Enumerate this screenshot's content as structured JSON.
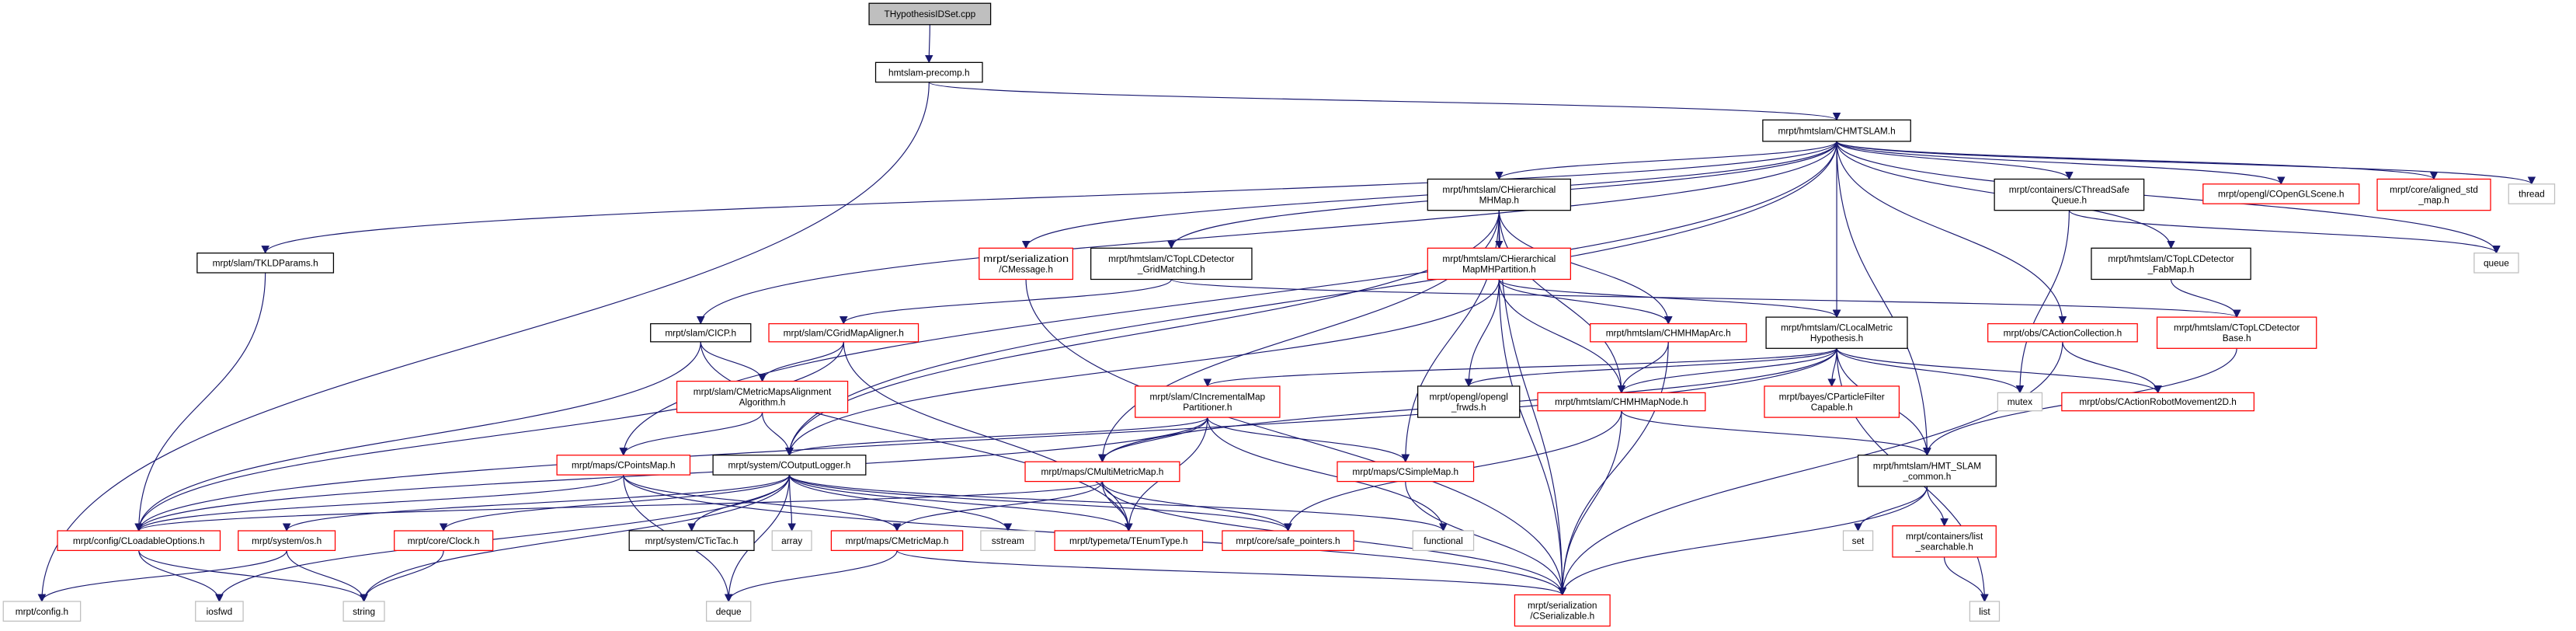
{
  "colors": {
    "edge": "#191970",
    "source_fill": "#bfbfbf",
    "documented_border": "#000000",
    "undocumented_border": "#ff0000",
    "system_border": "#bfbfbf",
    "box_fill": "#ffffff"
  },
  "graph": {
    "title": "THypothesisIDSet.cpp",
    "nodes": [
      {
        "id": "thyp",
        "kind": "source",
        "lines": [
          "THypothesisIDSet.cpp"
        ]
      },
      {
        "id": "precomp",
        "kind": "documented",
        "lines": [
          "hmtslam-precomp.h"
        ]
      },
      {
        "id": "chmtslam",
        "kind": "documented",
        "lines": [
          "mrpt/hmtslam/CHMTSLAM.h"
        ]
      },
      {
        "id": "chmhmap",
        "kind": "documented",
        "lines": [
          "mrpt/hmtslam/CHierarchical",
          "MHMap.h"
        ]
      },
      {
        "id": "ctsq",
        "kind": "documented",
        "lines": [
          "mrpt/containers/CThreadSafe",
          "Queue.h"
        ]
      },
      {
        "id": "copengl",
        "kind": "undocumented",
        "lines": [
          "mrpt/opengl/COpenGLScene.h"
        ]
      },
      {
        "id": "aligned",
        "kind": "undocumented",
        "lines": [
          "mrpt/core/aligned_std",
          "_map.h"
        ]
      },
      {
        "id": "thread",
        "kind": "system",
        "lines": [
          "thread"
        ]
      },
      {
        "id": "queue",
        "kind": "system",
        "lines": [
          "queue"
        ]
      },
      {
        "id": "tkld",
        "kind": "documented",
        "lines": [
          "mrpt/slam/TKLDParams.h"
        ]
      },
      {
        "id": "cmessage",
        "kind": "undocumented",
        "lines": [
          "mrpt/serialization",
          "/CMessage.h"
        ]
      },
      {
        "id": "gridmatch",
        "kind": "documented",
        "lines": [
          "mrpt/hmtslam/CTopLCDetector",
          "_GridMatching.h"
        ]
      },
      {
        "id": "mhpart",
        "kind": "undocumented",
        "lines": [
          "mrpt/hmtslam/CHierarchical",
          "MapMHPartition.h"
        ]
      },
      {
        "id": "fabmap",
        "kind": "documented",
        "lines": [
          "mrpt/hmtslam/CTopLCDetector",
          "_FabMap.h"
        ]
      },
      {
        "id": "cicp",
        "kind": "documented",
        "lines": [
          "mrpt/slam/CICP.h"
        ]
      },
      {
        "id": "gridaligner",
        "kind": "undocumented",
        "lines": [
          "mrpt/slam/CGridMapAligner.h"
        ]
      },
      {
        "id": "arc",
        "kind": "undocumented",
        "lines": [
          "mrpt/hmtslam/CHMHMapArc.h"
        ]
      },
      {
        "id": "lmh",
        "kind": "documented",
        "lines": [
          "mrpt/hmtslam/CLocalMetric",
          "Hypothesis.h"
        ]
      },
      {
        "id": "actcoll",
        "kind": "undocumented",
        "lines": [
          "mrpt/obs/CActionCollection.h"
        ]
      },
      {
        "id": "lcbase",
        "kind": "undocumented",
        "lines": [
          "mrpt/hmtslam/CTopLCDetector",
          "Base.h"
        ]
      },
      {
        "id": "mmaa",
        "kind": "undocumented",
        "lines": [
          "mrpt/slam/CMetricMapsAlignment",
          "Algorithm.h"
        ]
      },
      {
        "id": "incr",
        "kind": "undocumented",
        "lines": [
          "mrpt/slam/CIncrementalMap",
          "Partitioner.h"
        ]
      },
      {
        "id": "frwds",
        "kind": "documented",
        "lines": [
          "mrpt/opengl/opengl",
          "_frwds.h"
        ]
      },
      {
        "id": "node",
        "kind": "undocumented",
        "lines": [
          "mrpt/hmtslam/CHMHMapNode.h"
        ]
      },
      {
        "id": "pfc",
        "kind": "undocumented",
        "lines": [
          "mrpt/bayes/CParticleFilter",
          "Capable.h"
        ]
      },
      {
        "id": "mutex",
        "kind": "system",
        "lines": [
          "mutex"
        ]
      },
      {
        "id": "arm2d",
        "kind": "undocumented",
        "lines": [
          "mrpt/obs/CActionRobotMovement2D.h"
        ]
      },
      {
        "id": "pointsmap",
        "kind": "undocumented",
        "lines": [
          "mrpt/maps/CPointsMap.h"
        ]
      },
      {
        "id": "logger",
        "kind": "documented",
        "lines": [
          "mrpt/system/COutputLogger.h"
        ]
      },
      {
        "id": "mmm",
        "kind": "undocumented",
        "lines": [
          "mrpt/maps/CMultiMetricMap.h"
        ]
      },
      {
        "id": "simplemap",
        "kind": "undocumented",
        "lines": [
          "mrpt/maps/CSimpleMap.h"
        ]
      },
      {
        "id": "hmtcommon",
        "kind": "documented",
        "lines": [
          "mrpt/hmtslam/HMT_SLAM",
          "_common.h"
        ]
      },
      {
        "id": "loadable",
        "kind": "undocumented",
        "lines": [
          "mrpt/config/CLoadableOptions.h"
        ]
      },
      {
        "id": "os",
        "kind": "undocumented",
        "lines": [
          "mrpt/system/os.h"
        ]
      },
      {
        "id": "clock",
        "kind": "undocumented",
        "lines": [
          "mrpt/core/Clock.h"
        ]
      },
      {
        "id": "tictac",
        "kind": "documented",
        "lines": [
          "mrpt/system/CTicTac.h"
        ]
      },
      {
        "id": "array",
        "kind": "system",
        "lines": [
          "array"
        ]
      },
      {
        "id": "metricmap",
        "kind": "undocumented",
        "lines": [
          "mrpt/maps/CMetricMap.h"
        ]
      },
      {
        "id": "sstream",
        "kind": "system",
        "lines": [
          "sstream"
        ]
      },
      {
        "id": "tenum",
        "kind": "undocumented",
        "lines": [
          "mrpt/typemeta/TEnumType.h"
        ]
      },
      {
        "id": "safeptr",
        "kind": "undocumented",
        "lines": [
          "mrpt/core/safe_pointers.h"
        ]
      },
      {
        "id": "functional",
        "kind": "system",
        "lines": [
          "functional"
        ]
      },
      {
        "id": "set",
        "kind": "system",
        "lines": [
          "set"
        ]
      },
      {
        "id": "listsearch",
        "kind": "undocumented",
        "lines": [
          "mrpt/containers/list",
          "_searchable.h"
        ]
      },
      {
        "id": "config",
        "kind": "system",
        "lines": [
          "mrpt/config.h"
        ]
      },
      {
        "id": "iosfwd",
        "kind": "system",
        "lines": [
          "iosfwd"
        ]
      },
      {
        "id": "string",
        "kind": "system",
        "lines": [
          "string"
        ]
      },
      {
        "id": "deque",
        "kind": "system",
        "lines": [
          "deque"
        ]
      },
      {
        "id": "serializable",
        "kind": "undocumented",
        "lines": [
          "mrpt/serialization",
          "/CSerializable.h"
        ]
      },
      {
        "id": "list",
        "kind": "system",
        "lines": [
          "list"
        ]
      }
    ],
    "edges": [
      [
        "thyp",
        "precomp"
      ],
      [
        "precomp",
        "chmtslam"
      ],
      [
        "precomp",
        "config"
      ],
      [
        "chmtslam",
        "tkld"
      ],
      [
        "chmtslam",
        "cicp"
      ],
      [
        "chmtslam",
        "pointsmap"
      ],
      [
        "chmtslam",
        "logger"
      ],
      [
        "chmtslam",
        "cmessage"
      ],
      [
        "chmtslam",
        "gridmatch"
      ],
      [
        "chmtslam",
        "chmhmap"
      ],
      [
        "chmtslam",
        "lmh"
      ],
      [
        "chmtslam",
        "actcoll"
      ],
      [
        "chmtslam",
        "ctsq"
      ],
      [
        "chmtslam",
        "fabmap"
      ],
      [
        "chmtslam",
        "copengl"
      ],
      [
        "chmtslam",
        "aligned"
      ],
      [
        "chmtslam",
        "thread"
      ],
      [
        "chmtslam",
        "queue"
      ],
      [
        "chmtslam",
        "hmtcommon"
      ],
      [
        "tkld",
        "loadable"
      ],
      [
        "cicp",
        "loadable"
      ],
      [
        "cicp",
        "mmaa"
      ],
      [
        "cicp",
        "tenum"
      ],
      [
        "gridaligner",
        "loadable"
      ],
      [
        "gridaligner",
        "mmaa"
      ],
      [
        "gridaligner",
        "tenum"
      ],
      [
        "gridmatch",
        "gridaligner"
      ],
      [
        "gridmatch",
        "lcbase"
      ],
      [
        "cmessage",
        "serializable"
      ],
      [
        "chmhmap",
        "mhpart"
      ],
      [
        "chmhmap",
        "arc"
      ],
      [
        "chmhmap",
        "node"
      ],
      [
        "chmhmap",
        "mmm"
      ],
      [
        "chmhmap",
        "serializable"
      ],
      [
        "chmhmap",
        "simplemap"
      ],
      [
        "chmhmap",
        "logger"
      ],
      [
        "mhpart",
        "arc"
      ],
      [
        "mhpart",
        "node"
      ],
      [
        "mhpart",
        "frwds"
      ],
      [
        "mhpart",
        "lmh"
      ],
      [
        "mhpart",
        "logger"
      ],
      [
        "mhpart",
        "serializable"
      ],
      [
        "arc",
        "node"
      ],
      [
        "arc",
        "serializable"
      ],
      [
        "lmh",
        "incr"
      ],
      [
        "lmh",
        "mmm"
      ],
      [
        "lmh",
        "frwds"
      ],
      [
        "lmh",
        "node"
      ],
      [
        "lmh",
        "pfc"
      ],
      [
        "lmh",
        "mutex"
      ],
      [
        "lmh",
        "arm2d"
      ],
      [
        "lmh",
        "hmtcommon"
      ],
      [
        "lmh",
        "list"
      ],
      [
        "lmh",
        "loadable"
      ],
      [
        "actcoll",
        "arm2d"
      ],
      [
        "actcoll",
        "serializable"
      ],
      [
        "fabmap",
        "lcbase"
      ],
      [
        "lcbase",
        "hmtcommon"
      ],
      [
        "ctsq",
        "mutex"
      ],
      [
        "ctsq",
        "queue"
      ],
      [
        "mmaa",
        "pointsmap"
      ],
      [
        "mmaa",
        "logger"
      ],
      [
        "pointsmap",
        "loadable"
      ],
      [
        "pointsmap",
        "metricmap"
      ],
      [
        "pointsmap",
        "serializable"
      ],
      [
        "pointsmap",
        "deque"
      ],
      [
        "logger",
        "os"
      ],
      [
        "logger",
        "clock"
      ],
      [
        "logger",
        "tictac"
      ],
      [
        "logger",
        "array"
      ],
      [
        "logger",
        "sstream"
      ],
      [
        "logger",
        "tenum"
      ],
      [
        "logger",
        "string"
      ],
      [
        "logger",
        "iosfwd"
      ],
      [
        "logger",
        "deque"
      ],
      [
        "logger",
        "safeptr"
      ],
      [
        "logger",
        "functional"
      ],
      [
        "incr",
        "logger"
      ],
      [
        "incr",
        "mmm"
      ],
      [
        "incr",
        "tenum"
      ],
      [
        "incr",
        "simplemap"
      ],
      [
        "incr",
        "functional"
      ],
      [
        "incr",
        "loadable"
      ],
      [
        "mmm",
        "metricmap"
      ],
      [
        "mmm",
        "tenum"
      ],
      [
        "mmm",
        "serializable"
      ],
      [
        "mmm",
        "loadable"
      ],
      [
        "mmm",
        "safeptr"
      ],
      [
        "simplemap",
        "serializable"
      ],
      [
        "node",
        "safeptr"
      ],
      [
        "node",
        "serializable"
      ],
      [
        "node",
        "hmtcommon"
      ],
      [
        "hmtcommon",
        "set"
      ],
      [
        "hmtcommon",
        "listsearch"
      ],
      [
        "hmtcommon",
        "serializable"
      ],
      [
        "listsearch",
        "list"
      ],
      [
        "loadable",
        "iosfwd"
      ],
      [
        "loadable",
        "string"
      ],
      [
        "os",
        "config"
      ],
      [
        "os",
        "string"
      ],
      [
        "clock",
        "string"
      ],
      [
        "metricmap",
        "deque"
      ],
      [
        "metricmap",
        "serializable"
      ]
    ]
  }
}
